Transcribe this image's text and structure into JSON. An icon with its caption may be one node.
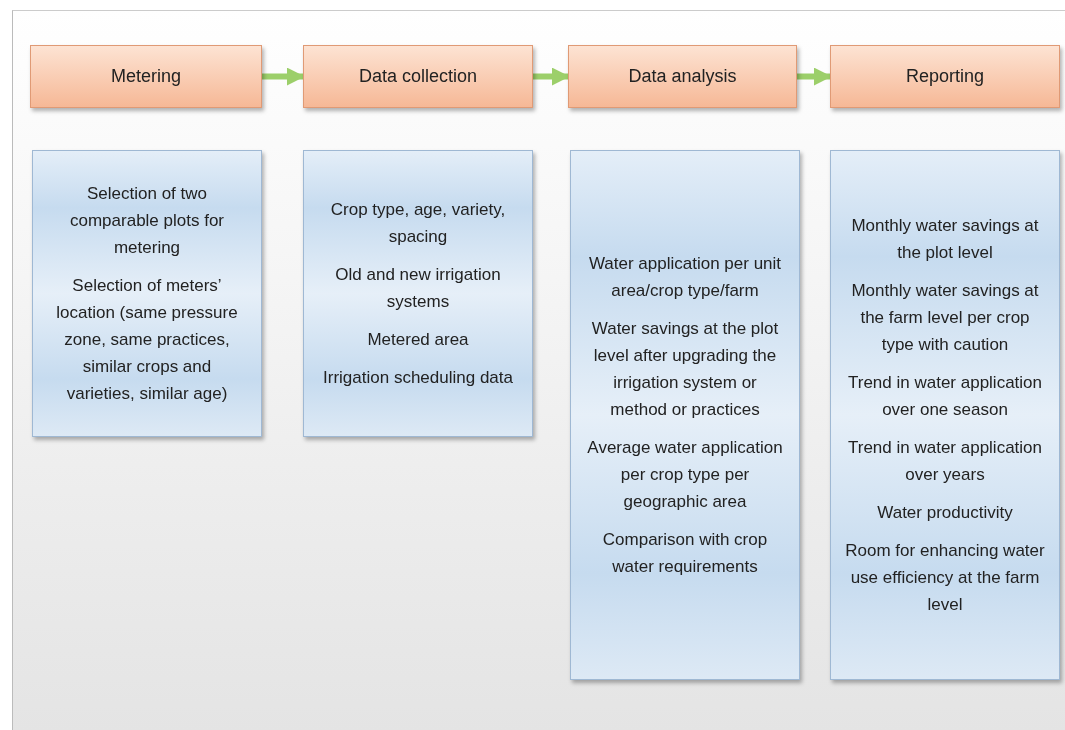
{
  "diagram": {
    "nodes": [
      {
        "text": [
          "Metering"
        ]
      },
      {
        "text": [
          "Data collection"
        ]
      },
      {
        "text": [
          "Data analysis"
        ]
      },
      {
        "text": [
          "Reporting"
        ]
      },
      {
        "text": [
          "Selection of two comparable plots for metering",
          "Selection of meters’ location (same pressure zone, same practices, similar crops and varieties, similar age)"
        ]
      },
      {
        "text": [
          "Crop type, age, variety, spacing",
          "Old and new irrigation systems",
          "Metered area",
          "Irrigation scheduling data"
        ]
      },
      {
        "text": [
          "Water application per unit area/crop type/farm",
          "Water savings at the plot level after upgrading the irrigation system or method or practices",
          "Average water application per crop type per geographic area",
          "Comparison with crop water requirements"
        ]
      },
      {
        "text": [
          "Monthly water savings at the plot level",
          "Monthly water savings at the farm level per crop type with caution",
          "Trend in water application over one season",
          "Trend in water application over years",
          "Water productivity",
          "Room for enhancing water use efficiency at the farm level"
        ]
      }
    ],
    "edges": [
      {
        "from": 0,
        "to": 1,
        "arrow": "to"
      },
      {
        "from": 1,
        "to": 2,
        "arrow": "to"
      },
      {
        "from": 2,
        "to": 3,
        "arrow": "to"
      }
    ]
  }
}
